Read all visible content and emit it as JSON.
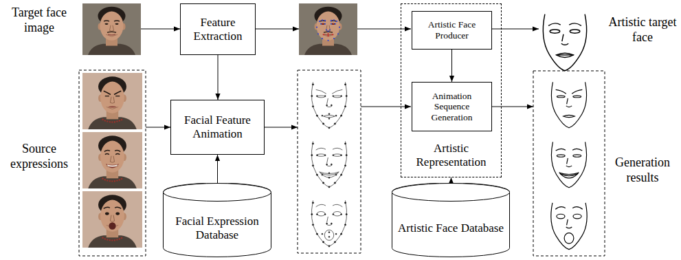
{
  "diagram": {
    "nodes": [
      {
        "text": [
          "Feature Extraction"
        ]
      },
      {
        "text": [
          "Artistic Representation"
        ]
      },
      {
        "text": [
          "Artistic Face Producer"
        ],
        "in": 1
      },
      {
        "text": [
          "Animation Sequence Generation"
        ],
        "in": 1
      },
      {
        "text": [
          "Facial Feature Animation"
        ]
      },
      {
        "text": [
          "Facial Expression Database"
        ]
      },
      {
        "text": [
          "Artistic Face Database"
        ]
      }
    ],
    "edges": [
      {
        "from": 0,
        "to": 4,
        "arrow": "to"
      },
      {
        "from": 2,
        "to": 3,
        "arrow": "to"
      },
      {
        "from": 5,
        "to": 4,
        "arrow": "to"
      },
      {
        "from": 6,
        "to": 1,
        "arrow": "to"
      }
    ],
    "labels": [
      "Target face image",
      "Source expressions",
      "Artistic target face",
      "Generation results"
    ]
  }
}
